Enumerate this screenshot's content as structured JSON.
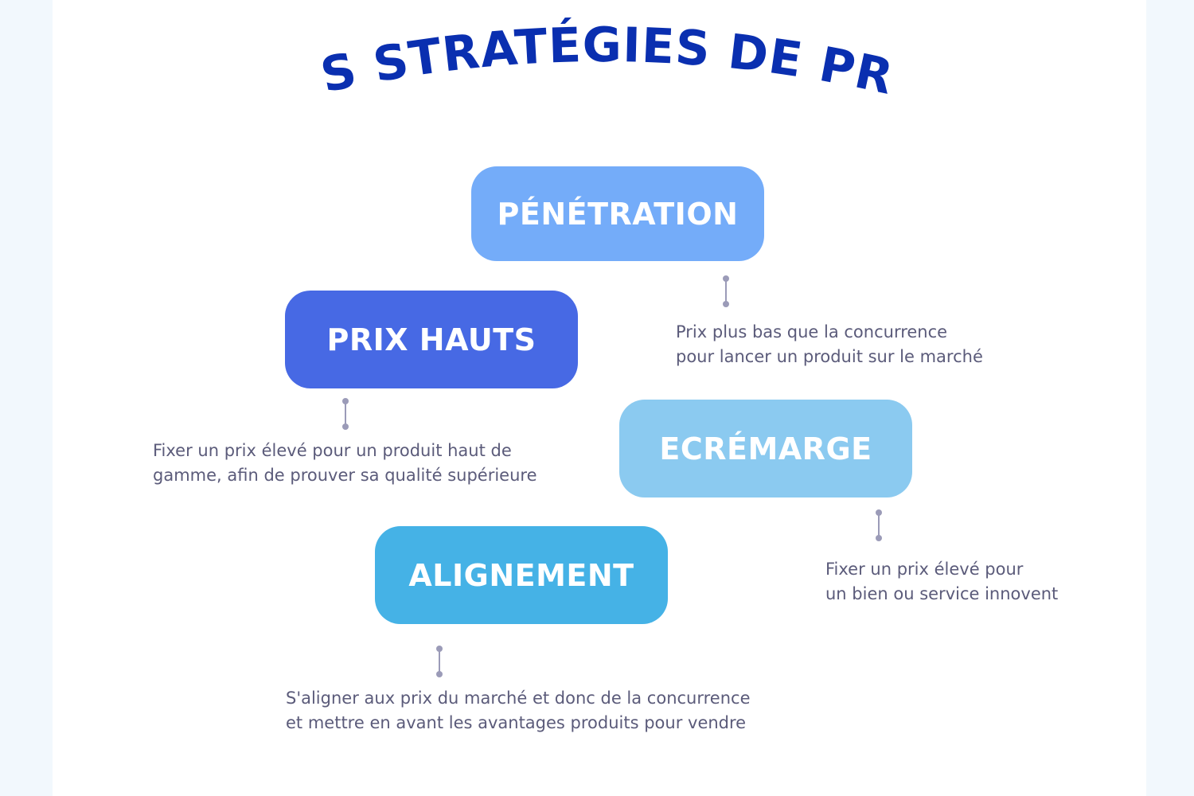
{
  "title": "LES STRATÉGIES DE PRIX",
  "colors": {
    "title": "#0a2fb0",
    "penetration": "#74acf9",
    "prix_hauts": "#4769e4",
    "ecremarge": "#8bcaf0",
    "alignement": "#45b2e6",
    "description_text": "#5b5b7a",
    "connector": "#9b9bb8"
  },
  "strategies": {
    "penetration": {
      "label": "PÉNÉTRATION",
      "description": [
        "Prix plus bas que la concurrence",
        "pour lancer un produit sur le marché"
      ]
    },
    "prix_hauts": {
      "label": "PRIX HAUTS",
      "description": [
        "Fixer un prix élevé pour un produit haut de",
        "gamme, afin de prouver sa qualité supérieure"
      ]
    },
    "ecremarge": {
      "label": "ECRÉMARGE",
      "description": [
        "Fixer un prix élevé pour",
        "un bien ou service innovent"
      ]
    },
    "alignement": {
      "label": "ALIGNEMENT",
      "description": [
        "S'aligner aux prix du marché et donc de la concurrence",
        "et mettre en avant les avantages produits pour vendre"
      ]
    }
  }
}
